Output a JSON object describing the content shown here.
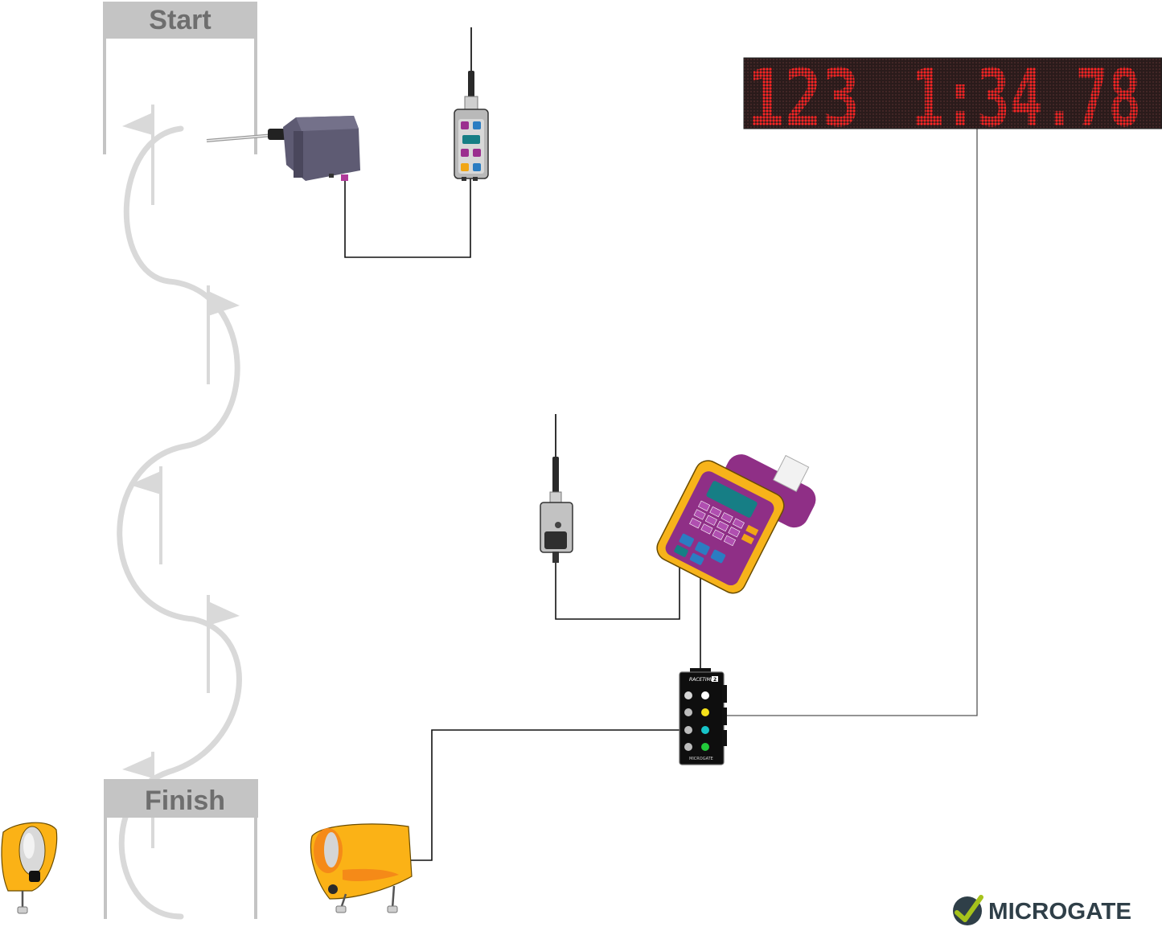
{
  "start_banner": {
    "label": "Start"
  },
  "finish_banner": {
    "label": "Finish"
  },
  "scoreboard": {
    "bib": "123",
    "time": "1:34.78",
    "led_color": "#e8141c",
    "background": "#2a1b1b"
  },
  "racetime": {
    "brand": "RACETIME",
    "model": "2",
    "maker": "MICROGATE"
  },
  "logo": {
    "text": "MICROGATE",
    "color": "#2f3f48",
    "accent": "#a6c21b"
  },
  "colors": {
    "course": "#d9d9d9",
    "banner": "#c4c4c4",
    "photocell": "#fbb216",
    "printer_body": "#8f2f86",
    "keypad_frame": "#f7b31a",
    "adapter": "#5e5b73",
    "wire": "#111111"
  },
  "icons": {
    "power_adapter": "power-adapter-icon",
    "radio_transmitter": "radio-transmitter-icon",
    "radio_receiver": "radio-receiver-icon",
    "handheld_timer": "handheld-timer-icon",
    "photocell_left": "photocell-icon",
    "photocell_right": "photocell-icon",
    "gate_flag": "gate-flag-icon"
  }
}
